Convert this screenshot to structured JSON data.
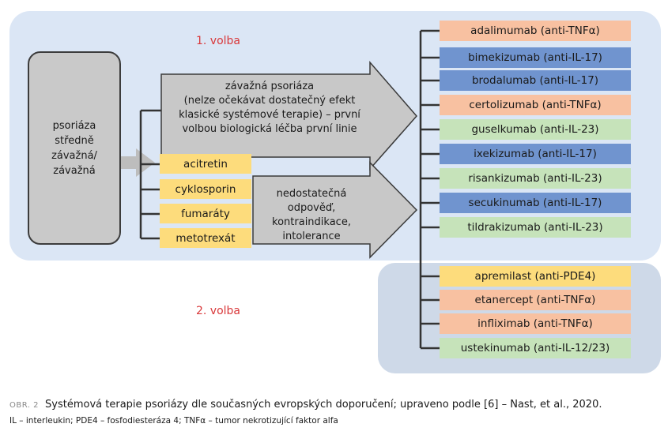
{
  "colors": {
    "orange": "#f8c1a1",
    "blue": "#7094cf",
    "green": "#c6e3ba",
    "yellow": "#fddc7c",
    "red_text": "#d9383a"
  },
  "labels": {
    "volba1": "1. volba",
    "volba2": "2. volba"
  },
  "source": "psoriáza\nstředně\nzávažná/\nzávažná",
  "arrow_top": "závažná psoriáza\n(nelze očekávat dostatečný efekt\nklasické systémové terapie) – první\nvolbou biologická léčba první linie",
  "arrow_bottom": "nedostatečná odpověď,\nkontraindikace,\nintolerance",
  "conventional": [
    "acitretin",
    "cyklosporin",
    "fumaráty",
    "metotrexát"
  ],
  "first_line": [
    {
      "label": "adalimumab (anti-TNFα)",
      "color": "#f8c1a1"
    },
    {
      "label": "bimekizumab (anti-IL-17)",
      "color": "#7094cf"
    },
    {
      "label": "brodalumab (anti-IL-17)",
      "color": "#7094cf"
    },
    {
      "label": "certolizumab (anti-TNFα)",
      "color": "#f8c1a1"
    },
    {
      "label": "guselkumab (anti-IL-23)",
      "color": "#c6e3ba"
    },
    {
      "label": "ixekizumab (anti-IL-17)",
      "color": "#7094cf"
    },
    {
      "label": "risankizumab (anti-IL-23)",
      "color": "#c6e3ba"
    },
    {
      "label": "secukinumab (anti-IL-17)",
      "color": "#7094cf"
    },
    {
      "label": "tildrakizumab (anti-IL-23)",
      "color": "#c6e3ba"
    }
  ],
  "second_line": [
    {
      "label": "apremilast (anti-PDE4)",
      "color": "#fddc7c"
    },
    {
      "label": "etanercept (anti-TNFα)",
      "color": "#f8c1a1"
    },
    {
      "label": "infliximab (anti-TNFα)",
      "color": "#f8c1a1"
    },
    {
      "label": "ustekinumab (anti-IL-12/23)",
      "color": "#c6e3ba"
    }
  ],
  "caption": {
    "prefix": "OBR. 2",
    "text": "Systémová terapie psoriázy dle současných evropských doporučení; upraveno podle [6] – Nast, et al., 2020.",
    "legend": "IL – interleukin; PDE4 – fosfodiesteráza 4; TNFα – tumor nekrotizující faktor alfa"
  }
}
